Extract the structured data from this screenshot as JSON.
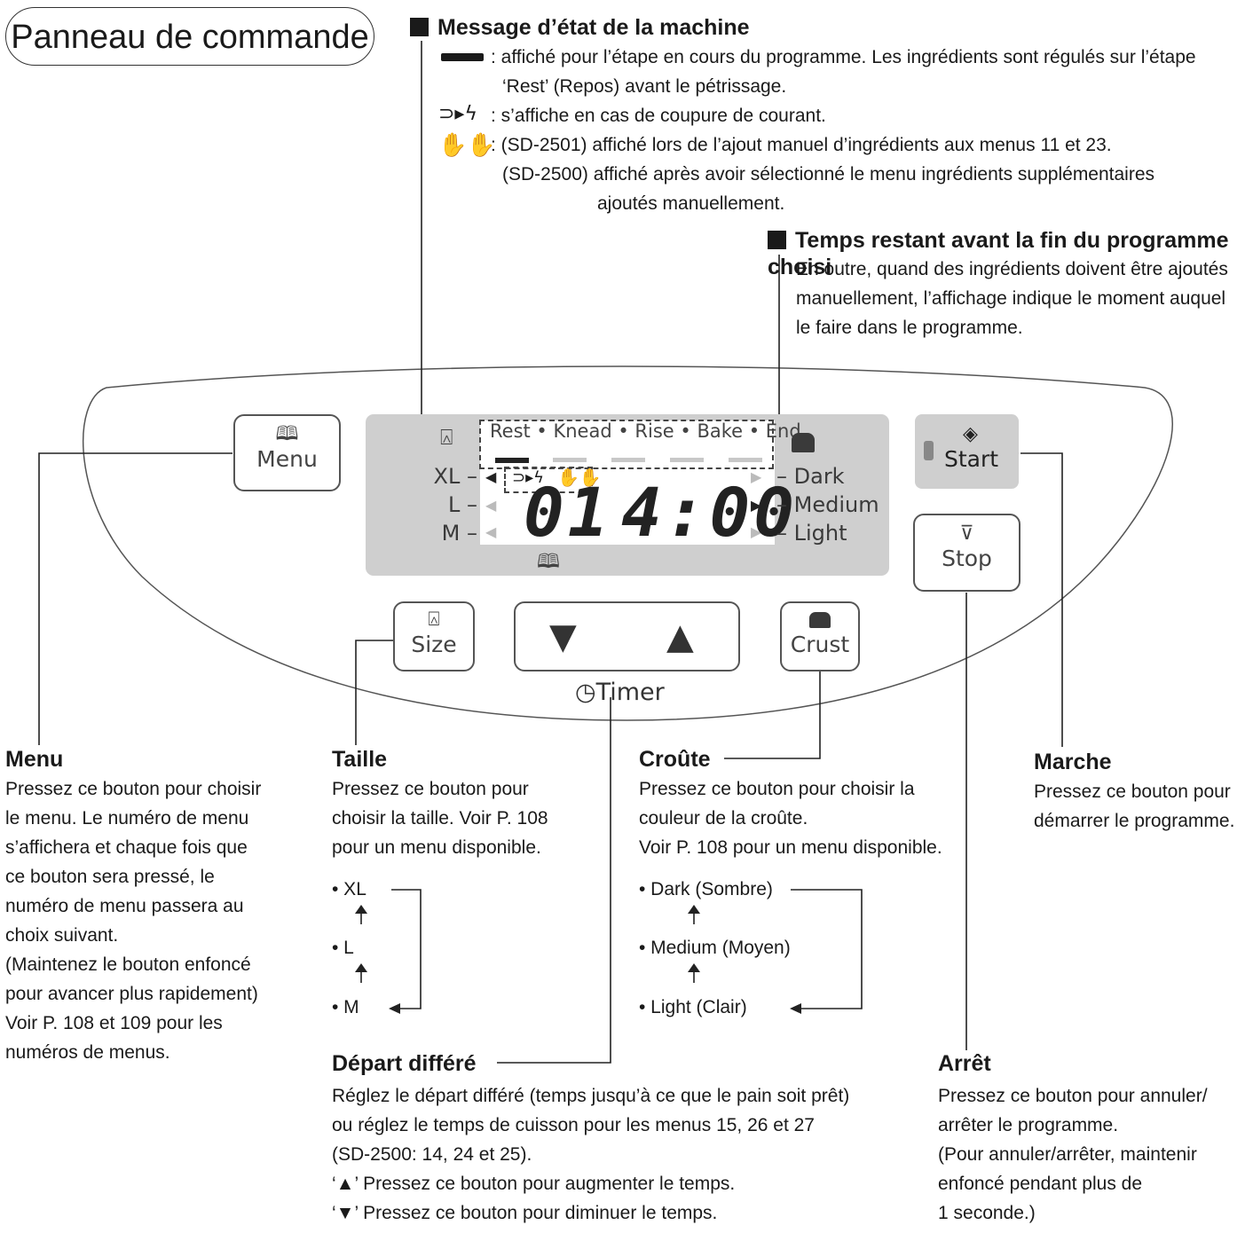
{
  "title": "Panneau de commande",
  "status_msg": {
    "heading": "Message d’état de la machine",
    "line1": ": affiché pour l’étape en cours du programme. Les ingrédients sont régulés sur l’étape",
    "line1b": "‘Rest’ (Repos) avant le pétrissage.",
    "line2": ": s’affiche en cas de coupure de courant.",
    "line3": ": (SD-2501) affiché lors de l’ajout manuel d’ingrédients aux menus 11 et 23.",
    "line4": "(SD-2500) affiché après avoir sélectionné le menu ingrédients supplémentaires",
    "line4b": "ajoutés manuellement."
  },
  "remaining": {
    "heading": "Temps restant avant la fin du programme choisi",
    "text1": "En outre, quand des ingrédients doivent être ajoutés",
    "text2": "manuellement, l’affichage indique le moment auquel",
    "text3": "le faire dans le programme."
  },
  "panel": {
    "menu_button": "Menu",
    "start_button": "Start",
    "stop_button": "Stop",
    "size_button": "Size",
    "crust_button": "Crust",
    "timer_label": "Timer",
    "stages": "Rest • Knead • Rise • Bake • End",
    "size_levels": [
      "XL –",
      "L –",
      "M –"
    ],
    "crust_levels": [
      "– Dark",
      "– Medium",
      "– Light"
    ],
    "menu_number": "01",
    "time_display": "4:00",
    "arrow_down": "▼",
    "arrow_up": "▲"
  },
  "menu_desc": {
    "heading": "Menu",
    "lines": [
      "Pressez ce bouton pour choisir",
      "le menu. Le numéro de menu",
      "s’affichera et chaque fois que",
      "ce bouton sera pressé, le",
      "numéro de menu passera au",
      "choix suivant.",
      "(Maintenez le bouton enfoncé",
      "pour avancer plus rapidement)",
      "Voir P. 108 et 109 pour les",
      "numéros de menus."
    ]
  },
  "size_desc": {
    "heading": "Taille",
    "lines": [
      "Pressez ce bouton pour",
      "choisir la taille. Voir P. 108",
      "pour un menu disponible."
    ],
    "options": [
      "• XL",
      "• L",
      "• M"
    ]
  },
  "crust_desc": {
    "heading": "Croûte",
    "lines": [
      "Pressez ce bouton pour choisir la",
      "couleur de la croûte.",
      "Voir P. 108 pour un menu disponible."
    ],
    "options": [
      "• Dark (Sombre)",
      "• Medium (Moyen)",
      "• Light (Clair)"
    ]
  },
  "start_desc": {
    "heading": "Marche",
    "lines": [
      "Pressez ce bouton pour",
      "démarrer le programme."
    ]
  },
  "timer_desc": {
    "heading": "Départ différé",
    "lines": [
      "Réglez le départ différé (temps jusqu’à ce que le pain soit prêt)",
      "ou réglez le temps de cuisson pour les menus 15, 26 et 27",
      "(SD-2500: 14, 24 et 25).",
      "‘▲’ Pressez ce bouton pour augmenter le temps.",
      "‘▼’ Pressez ce bouton pour diminuer le temps."
    ]
  },
  "stop_desc": {
    "heading": "Arrêt",
    "lines": [
      "Pressez ce bouton pour annuler/",
      "arrêter le programme.",
      "(Pour annuler/arrêter, maintenir",
      "enfoncé pendant plus de",
      "1 seconde.)"
    ]
  }
}
